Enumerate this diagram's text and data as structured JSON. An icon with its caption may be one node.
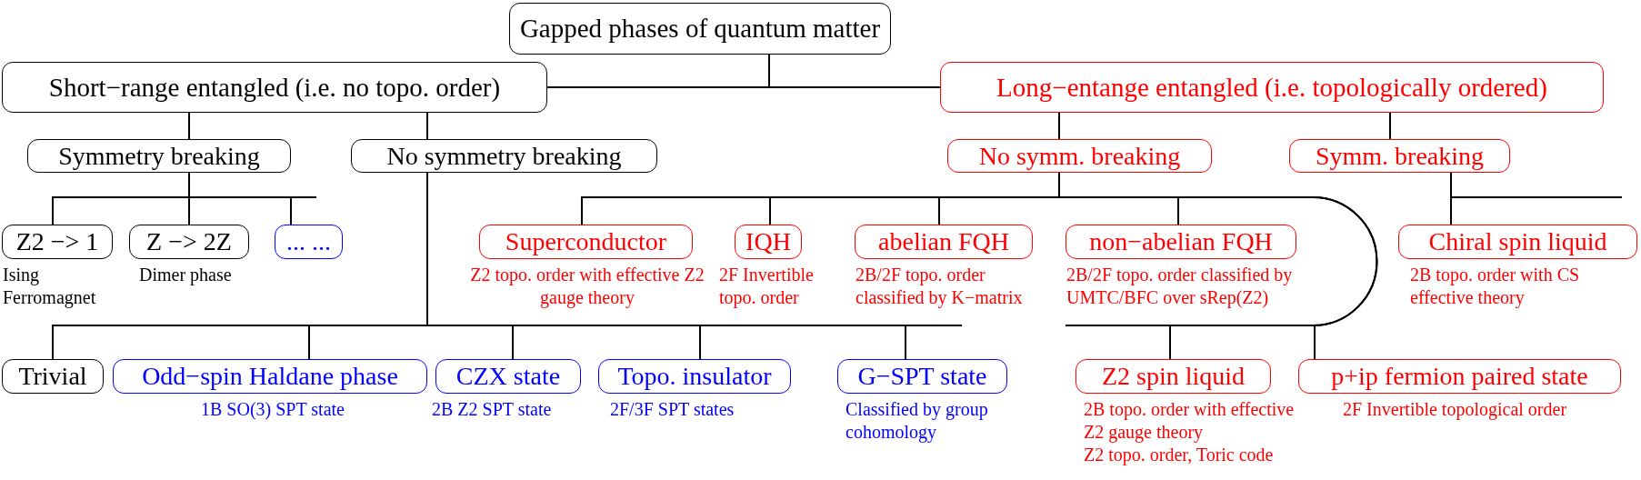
{
  "diagram": {
    "nodes": [
      {
        "text": [
          "Gapped phases of quantum matter"
        ]
      },
      {
        "text": [
          "Short−range entangled (i.e. no topo. order)"
        ]
      },
      {
        "text": [
          "Long−entange entangled (i.e. topologically ordered)"
        ]
      },
      {
        "text": [
          "Symmetry breaking"
        ]
      },
      {
        "text": [
          "No symmetry breaking"
        ]
      },
      {
        "text": [
          "No symm. breaking"
        ]
      },
      {
        "text": [
          "Symm. breaking"
        ]
      },
      {
        "text": [
          "Z2 −> 1"
        ],
        "beside": [
          "Ising Ferromagnet"
        ]
      },
      {
        "text": [
          "Z −> 2Z"
        ],
        "beside": [
          "Dimer phase"
        ]
      },
      {
        "text": [
          "... ..."
        ]
      },
      {
        "text": [
          "Superconductor"
        ],
        "beside": [
          "Z2 topo. order with effective Z2 gauge theory"
        ]
      },
      {
        "text": [
          "IQH"
        ],
        "beside": [
          "2F Invertible topo. order"
        ]
      },
      {
        "text": [
          "abelian FQH"
        ],
        "beside": [
          "2B/2F topo. order classified by K−matrix"
        ]
      },
      {
        "text": [
          "non−abelian FQH"
        ],
        "beside": [
          "2B/2F topo. order classified by UMTC/BFC over sRep(Z2)"
        ]
      },
      {
        "text": [
          "Chiral spin liquid"
        ],
        "beside": [
          "2B topo. order with CS effective theory"
        ]
      },
      {
        "text": [
          "Trivial"
        ]
      },
      {
        "text": [
          "Odd−spin Haldane phase"
        ],
        "beside": [
          "1B SO(3) SPT state"
        ]
      },
      {
        "text": [
          "CZX state"
        ],
        "beside": [
          "2B Z2 SPT state"
        ]
      },
      {
        "text": [
          "Topo. insulator"
        ],
        "beside": [
          "2F/3F SPT states"
        ]
      },
      {
        "text": [
          "G−SPT state"
        ],
        "beside": [
          "Classified by group cohomology"
        ]
      },
      {
        "text": [
          "Z2 spin liquid"
        ],
        "beside": [
          "2B topo. order with effective Z2 gauge theory",
          "Z2 topo. order, Toric code"
        ]
      },
      {
        "text": [
          "p+ip fermion paired state"
        ],
        "beside": [
          "2F Invertible topological order"
        ]
      }
    ],
    "edges": [
      {
        "from": 0,
        "to": 1,
        "arrow": "none"
      },
      {
        "from": 0,
        "to": 2,
        "arrow": "none"
      },
      {
        "from": 1,
        "to": 3,
        "arrow": "none"
      },
      {
        "from": 1,
        "to": 4,
        "arrow": "none"
      },
      {
        "from": 2,
        "to": 5,
        "arrow": "none"
      },
      {
        "from": 2,
        "to": 6,
        "arrow": "none"
      },
      {
        "from": 3,
        "to": 7,
        "arrow": "none"
      },
      {
        "from": 3,
        "to": 8,
        "arrow": "none"
      },
      {
        "from": 3,
        "to": 9,
        "arrow": "none"
      },
      {
        "from": 4,
        "to": 15,
        "arrow": "none"
      },
      {
        "from": 4,
        "to": 16,
        "arrow": "none"
      },
      {
        "from": 4,
        "to": 17,
        "arrow": "none"
      },
      {
        "from": 4,
        "to": 18,
        "arrow": "none"
      },
      {
        "from": 4,
        "to": 19,
        "arrow": "none"
      },
      {
        "from": 5,
        "to": 10,
        "arrow": "none"
      },
      {
        "from": 5,
        "to": 11,
        "arrow": "none"
      },
      {
        "from": 5,
        "to": 12,
        "arrow": "none"
      },
      {
        "from": 5,
        "to": 13,
        "arrow": "none"
      },
      {
        "from": 5,
        "to": 20,
        "arrow": "none"
      },
      {
        "from": 5,
        "to": 21,
        "arrow": "none"
      },
      {
        "from": 6,
        "to": 14,
        "arrow": "none"
      }
    ]
  }
}
